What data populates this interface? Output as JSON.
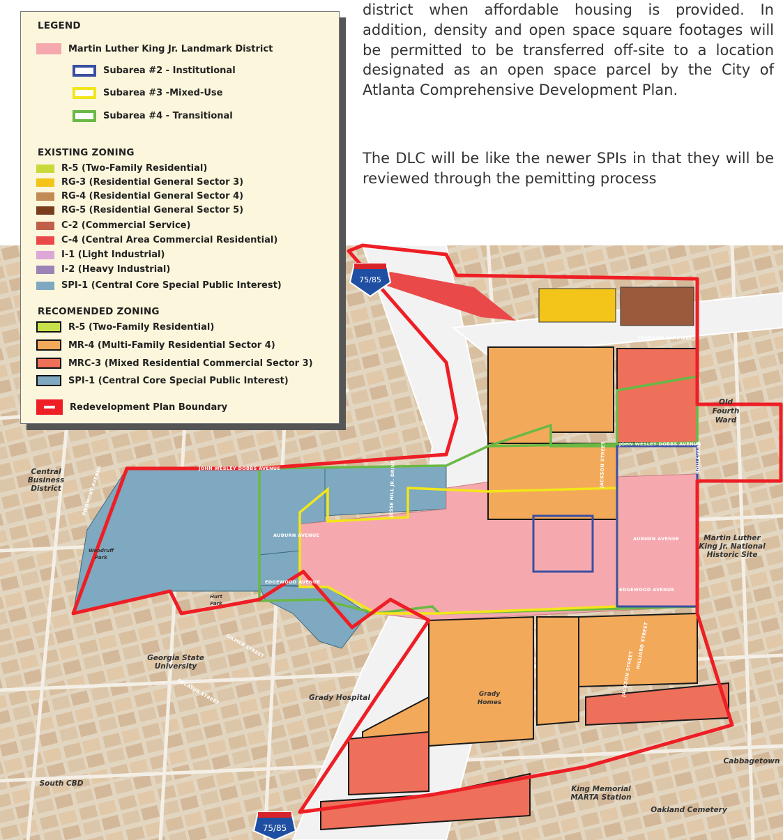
{
  "text": {
    "paragraph_1": "district when affordable housing is provided. In addition, density and open space square footages will be permitted to be transferred off-site to a location designated as an open space parcel by the City of Atlanta Comprehensive Development Plan.",
    "paragraph_2": "The DLC will be like the newer SPIs in that they will be reviewed through the pemitting process"
  },
  "legend": {
    "title": "LEGEND",
    "district": {
      "label": "Martin Luther King Jr. Landmark District",
      "color": "#f5a9ae"
    },
    "subareas": [
      {
        "label": "Subarea #2 - Institutional",
        "color": "#3a4fa3"
      },
      {
        "label": "Subarea #3 -Mixed-Use",
        "color": "#f2e619"
      },
      {
        "label": "Subarea #4 - Transitional",
        "color": "#6ab945"
      }
    ],
    "existing_title": "EXISTING ZONING",
    "existing": [
      {
        "label": "R-5 (Two-Family Residential)",
        "color": "#c8d93a"
      },
      {
        "label": "RG-3 (Residential General Sector 3)",
        "color": "#f3c419"
      },
      {
        "label": "RG-4 (Residential General Sector 4)",
        "color": "#c28a55"
      },
      {
        "label": "RG-5 (Residential General Sector 5)",
        "color": "#7a3d1e"
      },
      {
        "label": "C-2 (Commercial Service)",
        "color": "#c0604a"
      },
      {
        "label": "C-4 (Central Area Commercial Residential)",
        "color": "#e94a49"
      },
      {
        "label": "I-1 (Light Industrial)",
        "color": "#dca8d8"
      },
      {
        "label": "I-2 (Heavy Industrial)",
        "color": "#9b83b6"
      },
      {
        "label": "SPI-1 (Central Core Special Public Interest)",
        "color": "#7ea9c0"
      }
    ],
    "recommended_title": "RECOMENDED ZONING",
    "recommended": [
      {
        "label": "R-5 (Two-Family Residential)",
        "color": "#c8e04a"
      },
      {
        "label": "MR-4 (Multi-Family Residential Sector 4)",
        "color": "#f3a95a"
      },
      {
        "label": "MRC-3 (Mixed Residential Commercial Sector 3)",
        "color": "#ee6f5a"
      },
      {
        "label": "SPI-1 (Central Core Special Public Interest)",
        "color": "#7ea9c0"
      }
    ],
    "boundary": {
      "label": "Redevelopment Plan Boundary",
      "color": "#ee1e25"
    }
  },
  "map": {
    "interstate_top": "75/85",
    "interstate_bottom": "75/85",
    "streets": {
      "freedom": "FREEDOM PARKWAY",
      "jwd_west": "JOHN WESLEY DOBBS AVENUE",
      "jwd_east": "JOHN WESLEY DOBBS AVENUE",
      "auburn_west": "AUBURN AVENUE",
      "auburn_east": "AUBURN AVENUE",
      "edgewood_west": "EDGEWOOD AVENUE",
      "edgewood_east": "EDGEWOOD AVENUE",
      "piedmont": "PIEDMONT AVENUE",
      "jesse_hill": "JESSE HILL JR. DRIVE",
      "jackson": "JACKSON STREET",
      "boulevard": "BOULEVARD",
      "gilmer": "GILMER STREET",
      "decatur": "DECATUR STREET",
      "hilliard": "HILLIARD STREET",
      "jackson_south": "JACKSON STREET"
    },
    "places": {
      "old_fourth_1": "Old",
      "old_fourth_2": "Fourth",
      "old_fourth_3": "Ward",
      "cbd_1": "Central",
      "cbd_2": "Business",
      "cbd_3": "District",
      "woodruff_1": "Woodruff",
      "woodruff_2": "Park",
      "hurt_1": "Hurt",
      "hurt_2": "Park",
      "mlk_1": "Martin Luther",
      "mlk_2": "King Jr. National",
      "mlk_3": "Historic Site",
      "gsu_1": "Georgia State",
      "gsu_2": "University",
      "grady_hospital": "Grady Hospital",
      "grady_homes_1": "Grady",
      "grady_homes_2": "Homes",
      "cabbagetown": "Cabbagetown",
      "south_cbd": "South CBD",
      "marta_1": "King Memorial",
      "marta_2": "MARTA Station",
      "oakland": "Oakland Cemetery"
    }
  }
}
